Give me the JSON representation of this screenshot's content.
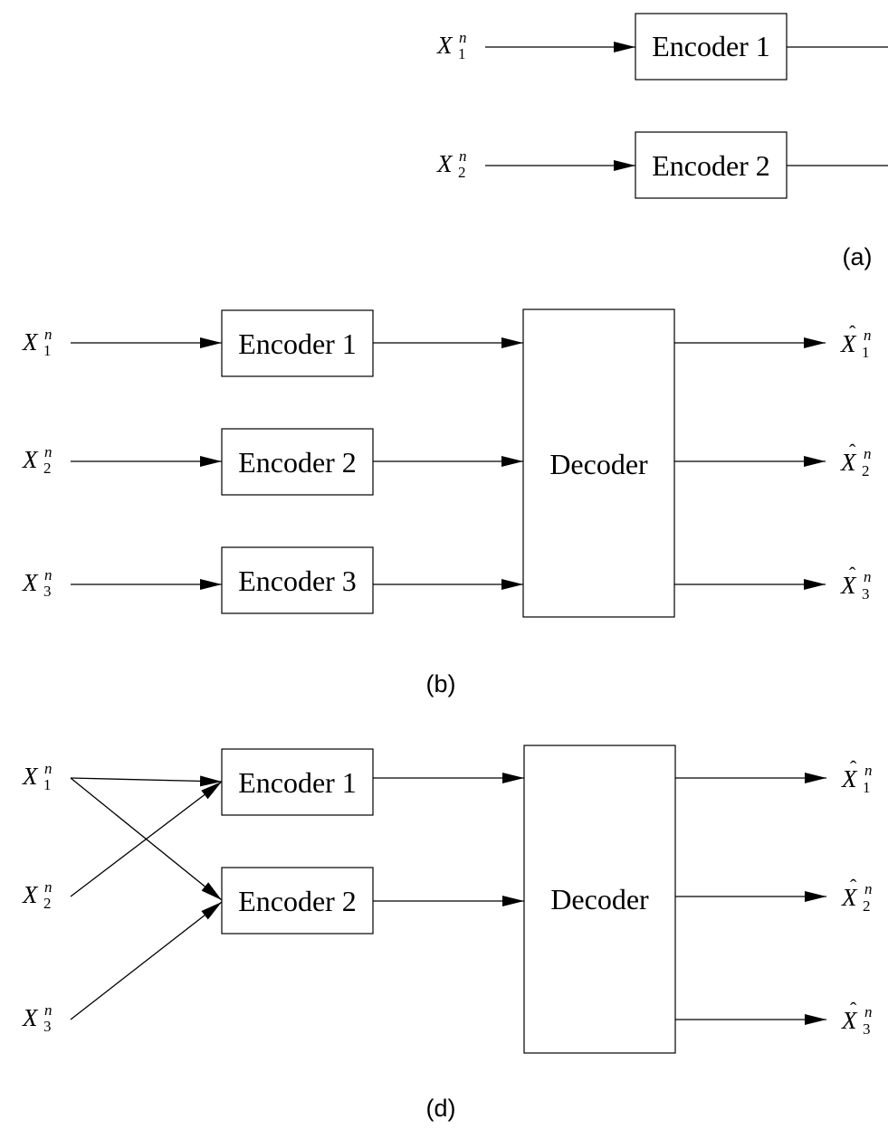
{
  "panel_a": {
    "caption": "(a)",
    "inputs": [
      {
        "symbol": "X",
        "sup": "n",
        "sub": "1"
      },
      {
        "symbol": "X",
        "sup": "n",
        "sub": "2"
      }
    ],
    "encoders": [
      "Encoder 1",
      "Encoder 2"
    ]
  },
  "panel_b": {
    "caption": "(b)",
    "inputs": [
      {
        "symbol": "X",
        "sup": "n",
        "sub": "1"
      },
      {
        "symbol": "X",
        "sup": "n",
        "sub": "2"
      },
      {
        "symbol": "X",
        "sup": "n",
        "sub": "3"
      }
    ],
    "encoders": [
      "Encoder 1",
      "Encoder 2",
      "Encoder 3"
    ],
    "decoder": "Decoder",
    "outputs": [
      {
        "symbol": "X",
        "hat": "ˆ",
        "sup": "n",
        "sub": "1"
      },
      {
        "symbol": "X",
        "hat": "ˆ",
        "sup": "n",
        "sub": "2"
      },
      {
        "symbol": "X",
        "hat": "ˆ",
        "sup": "n",
        "sub": "3"
      }
    ]
  },
  "panel_d": {
    "caption": "(d)",
    "inputs": [
      {
        "symbol": "X",
        "sup": "n",
        "sub": "1"
      },
      {
        "symbol": "X",
        "sup": "n",
        "sub": "2"
      },
      {
        "symbol": "X",
        "sup": "n",
        "sub": "3"
      }
    ],
    "encoders": [
      "Encoder 1",
      "Encoder 2"
    ],
    "decoder": "Decoder",
    "outputs": [
      {
        "symbol": "X",
        "hat": "ˆ",
        "sup": "n",
        "sub": "1"
      },
      {
        "symbol": "X",
        "hat": "ˆ",
        "sup": "n",
        "sub": "2"
      },
      {
        "symbol": "X",
        "hat": "ˆ",
        "sup": "n",
        "sub": "3"
      }
    ]
  }
}
